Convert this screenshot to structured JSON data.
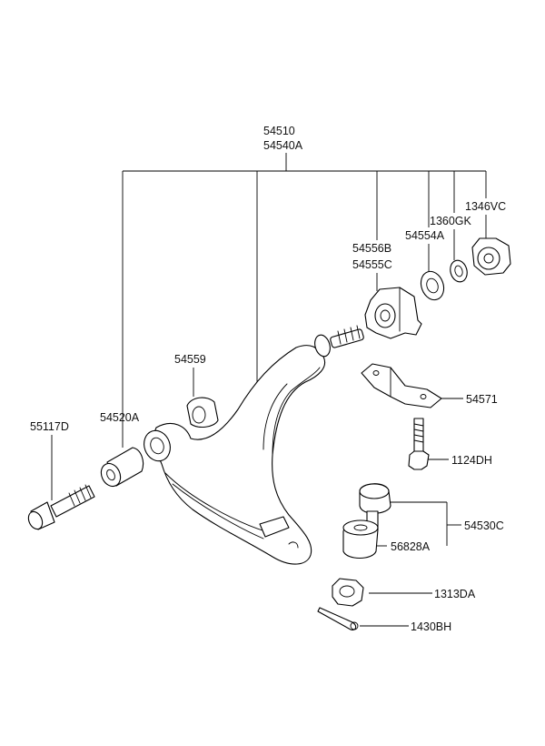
{
  "labels": {
    "top_assembly_1": "54510",
    "top_assembly_2": "54540A",
    "nut": "1346VC",
    "washer": "1360GK",
    "spacer": "54554A",
    "bushing_1": "54556B",
    "bushing_2": "54555C",
    "bump_stopper": "54559",
    "front_bushing": "54520A",
    "pivot_bolt": "55117D",
    "bracket": "54571",
    "bracket_bolt": "1124DH",
    "ball_joint": "54530C",
    "dust_cover": "56828A",
    "castle_nut": "1313DA",
    "split_pin": "1430BH"
  }
}
